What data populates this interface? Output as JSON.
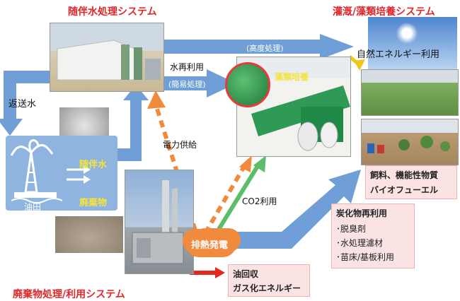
{
  "titles": {
    "produced_water": "随伴水処理システム",
    "irrigation": "灌漑/藻類培養システム",
    "waste": "廃棄物処理/利用システム"
  },
  "labels": {
    "advanced_treatment": "(高度処理)",
    "natural_energy": "自然エネルギー利用",
    "water_reuse": "水再利用",
    "simple_treatment": "(簡易処理)",
    "algae_culture": "藻類培養",
    "return_water": "返送水",
    "power_supply": "電力供給",
    "co2_use": "CO2利用",
    "waste_heat_power": "排熱発電",
    "oilfield": "油田",
    "produced_water_label": "随伴水",
    "waste_label": "廃棄物"
  },
  "boxes": {
    "feed": [
      "飼料、機能性物質",
      "バイオフューエル"
    ],
    "carbide": {
      "title": "炭化物再利用",
      "items": [
        "･脱臭剤",
        "･水処理濾材",
        "･苗床/基板利用"
      ]
    },
    "oil": [
      "油回収",
      "ガス化エネルギー"
    ]
  },
  "colors": {
    "title_red": "#e0262b",
    "flow_blue": "#6f9fd6",
    "power_orange": "#f08a3c",
    "co2_green": "#5cbd6b",
    "oil_red": "#e02a20",
    "oilfield_bg": "#8fb4e0",
    "label_yellow": "#f5e43a",
    "pink_box": "#fbe3e4"
  }
}
